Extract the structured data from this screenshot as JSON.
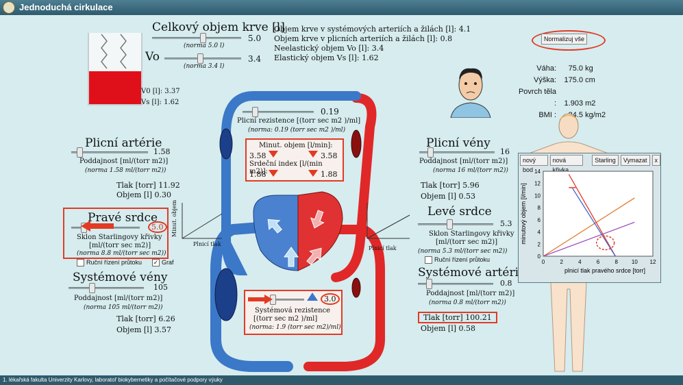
{
  "app": {
    "title": "Jednoduchá cirkulace",
    "footer": "1. lékařská fakulta Univerzity Karlovy, laboratoř biokybernetiky a počítačové podpory výuky"
  },
  "colors": {
    "arterial_red": "#e02828",
    "venous_blue": "#3b78c8",
    "highlight_red": "#e23a24",
    "bg": "#d6ecef"
  },
  "total_volume": {
    "label": "Celkový objem krve [l]",
    "value": "5.0",
    "norma": "(norma 5.0 l)"
  },
  "vo": {
    "label": "Vo",
    "value": "3.4",
    "norma": "(norma 3.4 l)"
  },
  "beaker": {
    "v0": "V0 [l]: 3.37",
    "vs": "Vs [l]: 1.62"
  },
  "summary": {
    "sys_volume": "Objem krve v systémových arteriích a žilách [l]: 4.1",
    "pulm_volume": "Objem krve v plicních arteriích a žilách [l]: 0.8",
    "vo": "Neelastický objem Vo [l]: 3.4",
    "vs": "Elastický objem Vs [l]: 1.62"
  },
  "normalize_button": "Normalizuj vše",
  "patient": {
    "weight_label": "Váha:",
    "weight_value": "75.0",
    "weight_unit": "kg",
    "height_label": "Výška:",
    "height_value": "175.0",
    "height_unit": "cm",
    "bsa_label": "Povrch těla :",
    "bsa_value": "1.903",
    "bsa_unit": "m2",
    "bmi_label": "BMI :",
    "bmi_value": "24.5",
    "bmi_unit": "kg/m2"
  },
  "pulm_resistance": {
    "value": "0.19",
    "label": "Plicní rezistence [(torr sec m2 )/ml]",
    "norma": "(norma: 0.19 (torr sec m2 )/ml)"
  },
  "center_outputs": {
    "minut_label": "Minut. objem [l/min]:",
    "minut_left": "3.58",
    "minut_right": "3.58",
    "index_label": "Srdeční index [l/(min m2)]:",
    "index_left": "1.88",
    "index_right": "1.88"
  },
  "pulm_artery": {
    "title": "Plicní artérie",
    "value": "1.58",
    "compliance_label": "Poddajnost [ml/(torr m2)]",
    "norma": "(norma 1.58 ml/(torr m2))",
    "pressure_label": "Tlak [torr]",
    "pressure_value": "11.92",
    "volume_label": "Objem [l]",
    "volume_value": "0.30"
  },
  "right_heart": {
    "title": "Pravé srdce",
    "value": "5.0",
    "slope_label": "Sklon Starlingovy křivky",
    "slope_unit": "[ml/(torr sec m2)]",
    "norma": "(norma 8.8 ml/(torr sec m2))",
    "manual_label": "Ruční řízení průtoku",
    "graph_label": "Graf",
    "graph_check": "✓"
  },
  "mini_graph": {
    "ylabel": "Minut. objem",
    "xlabel": "Plnicí tlak"
  },
  "sys_veins": {
    "title": "Systémové vény",
    "value": "105",
    "compliance_label": "Poddajnost [ml/(torr m2)]",
    "norma": "(norma 105 ml/(torr m2))",
    "pressure_label": "Tlak [torr]",
    "pressure_value": "6.26",
    "volume_label": "Objem [l]",
    "volume_value": "3.57"
  },
  "sys_resistance": {
    "value": "3.0",
    "label": "Systémová rezistence",
    "unit": "[(torr sec m2 )/ml]",
    "norma": "(norma: 1.9 (torr sec m2)/ml)"
  },
  "pulm_veins": {
    "title": "Plicní vény",
    "value": "16",
    "compliance_label": "Poddajnost [ml/(torr m2)]",
    "norma": "(norma 16 ml/(torr m2))",
    "pressure_label": "Tlak [torr]",
    "pressure_value": "5.96",
    "volume_label": "Objem [l]",
    "volume_value": "0.53"
  },
  "left_heart": {
    "title": "Levé srdce",
    "value": "5.3",
    "slope_label": "Sklon Starlingovy křivky",
    "slope_unit": "[ml/(torr sec m2)]",
    "norma": "(norma 5.3 ml/(torr sec m2))",
    "manual_label": "Ruční řízení průtoku"
  },
  "sys_arteries": {
    "title": "Systémové artérie",
    "value": "0.8",
    "compliance_label": "Poddajnost [ml/(torr m2)]",
    "norma": "(norma 0.8 ml/(torr m2))",
    "pressure_label": "Tlak [torr]",
    "pressure_value": "100.21",
    "volume_label": "Objem [l]",
    "volume_value": "0.58"
  },
  "graph_window": {
    "buttons": [
      "nový bod",
      "nová křivka",
      "Starling",
      "Vymazat",
      "x"
    ],
    "xlabel": "plnicí tlak pravého srdce [torr]",
    "ylabel": "minutový objem [l/min]",
    "xticks": [
      "0",
      "2",
      "4",
      "6",
      "8",
      "10",
      "12"
    ],
    "yticks": [
      "0",
      "2",
      "4",
      "6",
      "8",
      "10",
      "12",
      "14"
    ],
    "xlim": [
      0,
      12
    ],
    "ylim": [
      0,
      14
    ],
    "lines": [
      {
        "color": "#e0782a",
        "points": [
          [
            0,
            0
          ],
          [
            10,
            9.6
          ]
        ]
      },
      {
        "color": "#a050c0",
        "points": [
          [
            0,
            0
          ],
          [
            10,
            5.6
          ]
        ]
      },
      {
        "color": "#e23a24",
        "points": [
          [
            2.8,
            13.5
          ],
          [
            7.9,
            0
          ]
        ]
      },
      {
        "color": "#4060d0",
        "points": [
          [
            3.2,
            11.2
          ],
          [
            7.9,
            0
          ]
        ]
      }
    ]
  }
}
